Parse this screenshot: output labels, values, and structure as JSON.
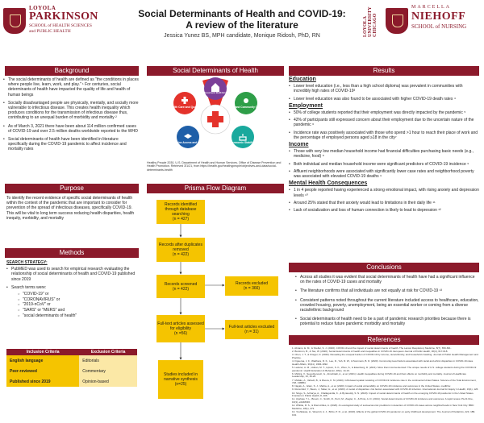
{
  "logos": {
    "left": {
      "university": "LOYOLA",
      "name": "PARKINSON",
      "school_line1": "SCHOOL of HEALTH SCIENCES",
      "school_line2": "and PUBLIC HEALTH"
    },
    "right": {
      "university": "LOYOLA UNIVERSITY CHICAGO",
      "first": "MARCELLA",
      "name": "NIEHOFF",
      "school": "SCHOOL of NURSING"
    }
  },
  "title_line1": "Social Determinants of Health and COVID-19:",
  "title_line2": "A review of the literature",
  "authors": "Jessica Yunez BS, MPH candidate, Monique Ridosh, PhD, RN",
  "sections": {
    "background": "Background",
    "sdoh": "Social Determinants of Health",
    "results": "Results",
    "purpose": "Purpose",
    "prisma": "Prisma Flow Diagram",
    "methods": "Methods",
    "conclusions": "Conclusions",
    "references": "References"
  },
  "background": [
    "The social determinants of health are defined as \"the conditions in places where people live, learn, work, and play.\" ¹ For centuries, social determinants of health have impacted the quality of life and health of human beings",
    "Socially disadvantaged people are physically, mentally, and socially more vulnerable to infectious disease. This creates health inequality which  produces conditions for the transmission of infectious disease thus, contributing to an unequal burden of morbidity and mortality ²",
    "As of March 3, 2021 there have been about 114 million confirmed cases of COVID-19 and over 2.5 million deaths worldwide reported to the WHO",
    "Social determinants of health have been identified in literature specifically during the COVID-19 pandemic to affect incidence and mortality rates"
  ],
  "sdoh_graphic": {
    "labels": [
      "Health Care and Quality",
      "Neighborhood and Built Environment",
      "Social and Community Context",
      "Economic Stability",
      "Education Access and Quality"
    ],
    "colors": [
      "#e4322b",
      "#7b3f98",
      "#2e9e48",
      "#19a99d",
      "#1f5fa8"
    ]
  },
  "sdoh_caption": "Healthy People 2030, U.S. Department of Health and Human Services, Office of Disease Prevention and Health Promotion. Retrieved 3/1/21, from https://health.gov/healthypeople/objectives-and-data/social-determinants-health",
  "purpose": "To identify the recent evidence of specific social determinants of health within the context of the pandemic that are important to consider for prevention of the spread of infectious diseases, specifically COVID-19. This will be vital to long term success reducing health disparities, health inequity, morbidity, and mortality",
  "methods": {
    "strategy_label": "SEARCH STRATEGY:",
    "items": [
      "PubMED was used to search for empirical research evaluating the relationship of social determinants of health and COVID-19 published since 2019",
      "Search terms were:"
    ],
    "terms": [
      "\"COVID-19\" or",
      "\"CORONAVIRUS\" or",
      "\"2019-nCoV\" or",
      "\"SARS\" or \"MERS\" and",
      "\"social determinants of health\""
    ]
  },
  "criteria": {
    "headers": [
      "Inclusion Criteria",
      "Exclusion Criteria"
    ],
    "rows": [
      [
        "English language",
        "Editorials"
      ],
      [
        "Peer-reviewed",
        "Commentary"
      ],
      [
        "Published since 2019",
        "Opinion-based"
      ]
    ]
  },
  "prisma": {
    "identified": "Records identified through database searching",
    "identified_n": "(n = 427)",
    "after_dup": "Records after duplicates removed",
    "after_dup_n": "(n = 422)",
    "screened": "Records screened",
    "screened_n": "(n = 422)",
    "excluded": "Records excluded",
    "excluded_n": "(n = 366)",
    "fulltext": "Full-text articles assessed for eligibility",
    "fulltext_n": "(n =56)",
    "ft_excluded": "Full-text articles excluded",
    "ft_excluded_n": "(n = 31)",
    "included": "Studies included in narrative synthesis",
    "included_n": "(n=25)"
  },
  "results": {
    "education_h": "Education",
    "education": [
      "Lower level education (i.e., less than a high school diploma) was prevalent in communities with incredibly high rates of COVID-19³",
      "Lower level education was also found to be associated with higher COVID-19 death rates ⁴"
    ],
    "employment_h": "Employment",
    "employment": [
      "50% of college students reported that their employment was directly impacted by the pandemic ⁵",
      "42% of participants still expressed concern about their employment due to the uncertain nature of the pandemic ⁶",
      "Incidence rate was positively associated with those who spend >1 hour to reach their place of work and the percentage of employed persons aged ≥18 in the city⁷"
    ],
    "income_h": "Income",
    "income": [
      "Those with very low median household income had financial difficulties purchasing basic needs (e.g., medicine, food) ⁸",
      "Both individual and median household income were significant predictors of COVID-19 incidence ⁹",
      "Affluent neighborhoods were associated with significantly lower case rates and neighborhood poverty was associated with elevated COVID-19 deaths ⁹"
    ],
    "mental_h": "Mental Health Consequences",
    "mental": [
      "1 in 4 people reported having experienced a strong emotional impact, with rising anxiety and depression levels ¹⁰",
      "Around 25% stated that their anxiety would lead to limitations in their daily life ¹¹",
      "Lack of socialization and loss of human connection is likely to lead to depression ¹²"
    ]
  },
  "conclusions": [
    "Across all studies it was evident that social determinants of health have had a significant influence on the rates of COVID-19 cases and mortality",
    "The literature confirms that all individuals are not equally at risk for COVID-19 ¹³",
    "Consistent patterns noted throughout the current literature included access to healthcare, education, crowded housing, poverty, unemployment, being an essential worker or coming from a diverse racial/ethnic background",
    "Social determinants of health need to be a part of pandemic research priorities because there is potential to reduce future pandemic morbidity and mortality"
  ],
  "references": [
    "1. Abrams, E. M., & Szefler, S. J. (2020). COVID-19 and the impact of social determinants of health. The Lancet Respiratory Medicine, 8(7), 659-661.",
    "2. Burstrom, B., & Tao, W. (2020). Social determinants of health and inequalities in COVID-19. European Journal of Public Health, 30(4), 617-618.",
    "3. Chen, J. T., & Krieger, N. (2020). Revealing the unequal burden of COVID-19 by income, race/ethnicity, and household crowding. Journal of Public Health Management and Practice.",
    "4. Figueroa, J. F., Wadhera, R. K., Lee, D., Yeh, R. W., & Sommers, B. D. (2020). Community-level factors associated with racial and ethnic disparities in COVID-19 rates. Health Affairs, 39(11), 1984-1992.",
    "5. Lederer, A. M., Hoban, M. T., Lipson, S. K., Zhou, S., & Eisenberg, D. (2021). More than inconvenienced: The unique needs of U.S. college students during the COVID-19 pandemic. Health Education & Behavior, 48(1), 14-19.",
    "6. Mishra, V., Seyedzenouzi, G., Almohtadi, A., et al. (2021). Health inequalities during COVID-19 and their effects on morbidity and mortality. Journal of Healthcare Leadership, 13, 19-26.",
    "7. Mollalo, A., Vahedi, B., & Rivera, K. M. (2020). GIS-based spatial modeling of COVID-19 incidence rate in the continental United States. Science of the Total Environment, 728, 138884.",
    "8. Nayak, A., Islam, S. J., Mehta, A., et al. (2020). Impact of social vulnerability on COVID-19 incidence and outcomes in the United States. medRxiv.",
    "9. Rozenfeld, Y., Beam, J., Maier, H., et al. (2020). A model of disparities: risk factors associated with COVID-19 infection. International Journal for Equity in Health, 19(1), 126.",
    "10. Singu, S., Acharya, A., Challagundla, K., & Byrareddy, S. N. (2020). Impact of social determinants of health on the emerging COVID-19 pandemic in the United States. Frontiers in Public Health, 8, 406.",
    "11. Upshaw, T. L., Brown, C., Smith, R., Perri, M., Ziegler, C., & Pinto, A. D. (2021). Social determinants of COVID-19 incidence and outcomes: A rapid review. PLoS One, 16(3), e0248336.",
    "12. Whittle, R. S., & Diaz-Artiles, A. (2020). An ecological study of socioeconomic predictors in detection of COVID-19 cases across neighborhoods in New York City. BMC Medicine, 18(1), 271.",
    "13. Yoshikawa, H., Wuermli, A. J., Britto, P. R., et al. (2020). Effects of the global COVID-19 pandemic on early childhood development. The Journal of Pediatrics, 223, 188-193."
  ]
}
